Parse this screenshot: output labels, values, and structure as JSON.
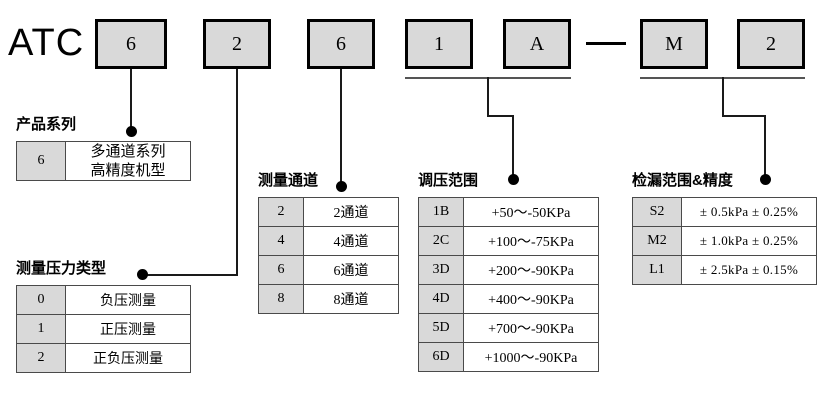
{
  "model": {
    "prefix": "ATC",
    "separator": "—",
    "boxes": [
      {
        "label": "6"
      },
      {
        "label": "2"
      },
      {
        "label": "6"
      },
      {
        "label": "1"
      },
      {
        "label": "A"
      },
      {
        "label": "M"
      },
      {
        "label": "2"
      }
    ]
  },
  "groups": {
    "series": {
      "caption": "产品系列",
      "rows": [
        {
          "code": "6",
          "desc_line1": "多通道系列",
          "desc_line2": "高精度机型"
        }
      ]
    },
    "pressure_type": {
      "caption": "测量压力类型",
      "rows": [
        {
          "code": "0",
          "desc": "负压测量"
        },
        {
          "code": "1",
          "desc": "正压测量"
        },
        {
          "code": "2",
          "desc": "正负压测量"
        }
      ]
    },
    "channels": {
      "caption": "测量通道",
      "rows": [
        {
          "code": "2",
          "desc": "2通道"
        },
        {
          "code": "4",
          "desc": "4通道"
        },
        {
          "code": "6",
          "desc": "6通道"
        },
        {
          "code": "8",
          "desc": "8通道"
        }
      ]
    },
    "pressure_range": {
      "caption": "调压范围",
      "rows": [
        {
          "code": "1B",
          "desc": "+50～-50KPa"
        },
        {
          "code": "2C",
          "desc": "+100～-75KPa"
        },
        {
          "code": "3D",
          "desc": "+200～-90KPa"
        },
        {
          "code": "4D",
          "desc": "+400～-90KPa"
        },
        {
          "code": "5D",
          "desc": "+700～-90KPa"
        },
        {
          "code": "6D",
          "desc": "+1000～-90KPa"
        }
      ]
    },
    "leak_range": {
      "caption": "检漏范围&精度",
      "rows": [
        {
          "code": "S2",
          "desc": "± 0.5kPa  ± 0.25%"
        },
        {
          "code": "M2",
          "desc": "± 1.0kPa  ± 0.25%"
        },
        {
          "code": "L1",
          "desc": "± 2.5kPa  ± 0.15%"
        }
      ]
    }
  },
  "colors": {
    "box_fill": "#d9d9d9",
    "box_border": "#000000",
    "line": "#1a1a1a",
    "page_bg": "#ffffff"
  }
}
